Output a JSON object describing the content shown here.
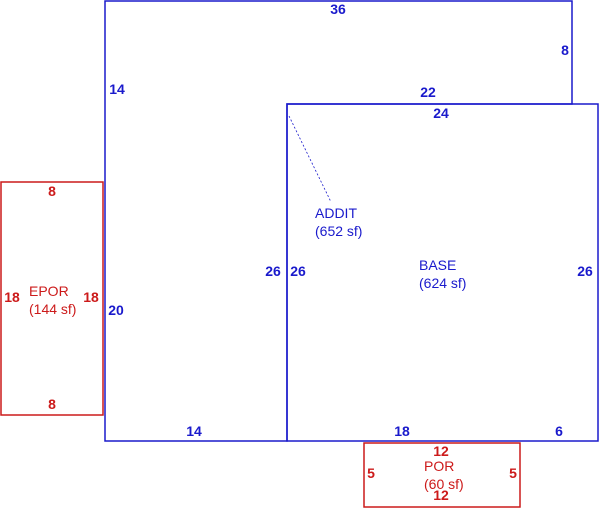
{
  "colors": {
    "main": "#1a1acc",
    "porch": "#cc1a1a"
  },
  "addition": {
    "name": "ADDIT",
    "area": "(652 sf)",
    "dims": {
      "top": "36",
      "right_step": "8",
      "step_top": "22",
      "left_upper": "14",
      "left_lower": "20",
      "bottom": "14",
      "inner": "26"
    }
  },
  "base": {
    "name": "BASE",
    "area": "(624 sf)",
    "dims": {
      "top": "24",
      "left": "26",
      "right": "26",
      "bottom_left": "18",
      "bottom_right": "6"
    }
  },
  "epor": {
    "name": "EPOR",
    "area": "(144 sf)",
    "dims": {
      "top": "8",
      "bottom": "8",
      "left": "18",
      "right": "18"
    }
  },
  "por": {
    "name": "POR",
    "area": "(60 sf)",
    "dims": {
      "top": "12",
      "bottom": "12",
      "left": "5",
      "right": "5"
    }
  }
}
